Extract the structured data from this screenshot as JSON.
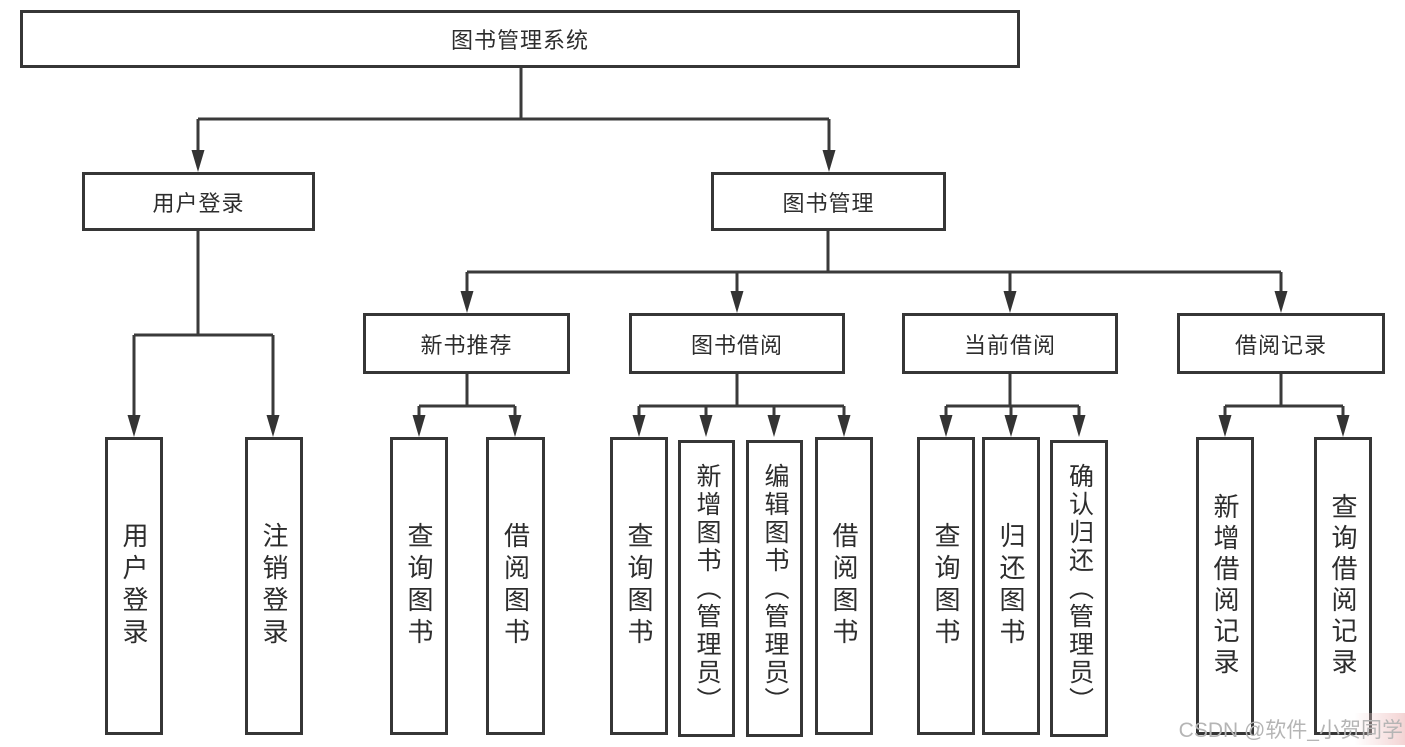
{
  "diagram_title": "图书管理系统",
  "nodes": [
    {
      "id": "root",
      "label": "图书管理系统",
      "parent": null
    },
    {
      "id": "user-login",
      "label": "用户登录",
      "parent": "root"
    },
    {
      "id": "book-management",
      "label": "图书管理",
      "parent": "root"
    },
    {
      "id": "new-book-recommend",
      "label": "新书推荐",
      "parent": "book-management"
    },
    {
      "id": "book-borrowing",
      "label": "图书借阅",
      "parent": "book-management"
    },
    {
      "id": "current-borrowing",
      "label": "当前借阅",
      "parent": "book-management"
    },
    {
      "id": "borrowing-records",
      "label": "借阅记录",
      "parent": "book-management"
    },
    {
      "id": "leaf-user-login",
      "label": "用户登录",
      "parent": "user-login"
    },
    {
      "id": "leaf-logout",
      "label": "注销登录",
      "parent": "user-login"
    },
    {
      "id": "leaf-query-books-1",
      "label": "查询图书",
      "parent": "new-book-recommend"
    },
    {
      "id": "leaf-borrow-books-1",
      "label": "借阅图书",
      "parent": "new-book-recommend"
    },
    {
      "id": "leaf-query-books-2",
      "label": "查询图书",
      "parent": "book-borrowing"
    },
    {
      "id": "leaf-add-books-admin",
      "label": "新增图书（管理员）",
      "parent": "book-borrowing"
    },
    {
      "id": "leaf-edit-books-admin",
      "label": "编辑图书（管理员）",
      "parent": "book-borrowing"
    },
    {
      "id": "leaf-borrow-books-2",
      "label": "借阅图书",
      "parent": "book-borrowing"
    },
    {
      "id": "leaf-query-books-3",
      "label": "查询图书",
      "parent": "current-borrowing"
    },
    {
      "id": "leaf-return-books",
      "label": "归还图书",
      "parent": "current-borrowing"
    },
    {
      "id": "leaf-confirm-return",
      "label": "确认归还（管理员）",
      "parent": "current-borrowing"
    },
    {
      "id": "leaf-add-borrow-record",
      "label": "新增借阅记录",
      "parent": "borrowing-records"
    },
    {
      "id": "leaf-query-borrow-record",
      "label": "查询借阅记录",
      "parent": "borrowing-records"
    }
  ],
  "watermark": {
    "text": "CSDN @软件_小贺同学"
  },
  "colors": {
    "line": "#3a3a3a",
    "box_border": "#363636",
    "text": "#2d2d2d",
    "watermark_text": "#b5b5b5",
    "watermark_tint": "#f3d4d4",
    "background": "#ffffff"
  }
}
